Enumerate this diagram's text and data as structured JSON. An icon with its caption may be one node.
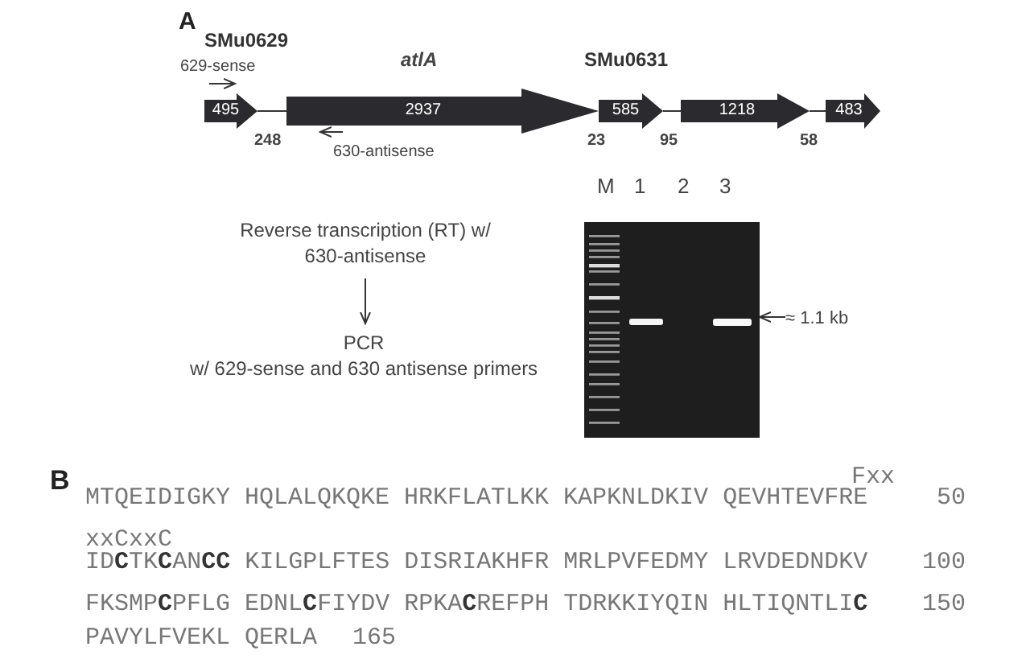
{
  "diagram": {
    "nodes": [
      {
        "text": [
          "495"
        ],
        "beside": [
          "SMu0629"
        ]
      },
      {
        "text": [
          "2937"
        ],
        "beside": [
          "atlA"
        ]
      },
      {
        "text": [
          "585"
        ],
        "beside": [
          "SMu0631"
        ]
      },
      {
        "text": [
          "1218"
        ]
      },
      {
        "text": [
          "483"
        ]
      },
      {
        "text": [
          "Reverse transcription (RT) w/ 630-antisense"
        ]
      },
      {
        "text": [
          "PCR",
          "w/ 629-sense and 630 antisense primers"
        ]
      },
      {
        "text": [],
        "shape": "picture"
      },
      {
        "text": [
          "≈ 1.1 kb"
        ]
      }
    ],
    "edges": [
      {
        "from": 0,
        "to": 1,
        "arrow": "none"
      },
      {
        "from": 2,
        "to": 3,
        "arrow": "none"
      },
      {
        "from": 3,
        "to": 4,
        "arrow": "none"
      },
      {
        "from": 5,
        "to": 6,
        "arrow": "to"
      },
      {
        "from": 8,
        "to": 7,
        "arrow": "to"
      }
    ],
    "labels": [
      "A",
      "629-sense",
      "248",
      "630-antisense",
      "23",
      "95",
      "58",
      "M",
      "1",
      "2",
      "3",
      "B",
      "Fxx",
      "MTQEIDIGKY HQLALQKQKE HRKFLATLKK KAPKNLDKIV QEVHTEVFRE",
      "50",
      "xxCxxC",
      "ID**C**TK**C**AN**CC** KILGPLFTES DISRIAKHFR MRLPVFEDMY LRVDEDNDKV",
      "100",
      "FKSMP**C**PFLG EDNL**C**FIYDV RPKA**C**REFPH TDRKKIYQIN HLTIQNTLI**C**",
      "150",
      "PAVYLFVEKL QERLA",
      "165"
    ]
  }
}
